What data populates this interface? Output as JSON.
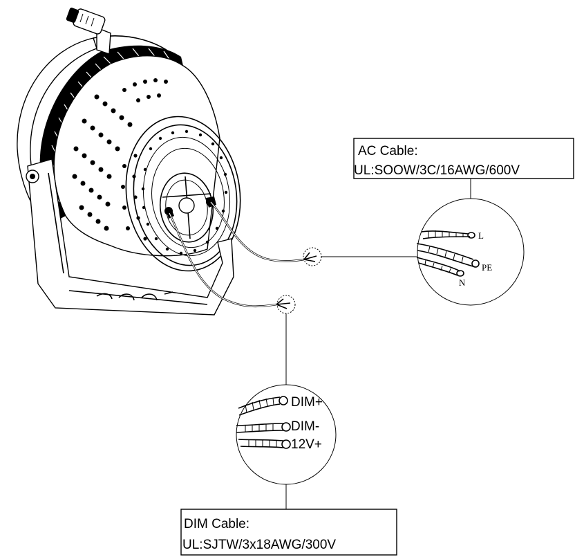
{
  "ac_cable": {
    "title": "AC Cable:",
    "spec": "UL:SOOW/3C/16AWG/600V",
    "wires": [
      "L",
      "PE",
      "N"
    ]
  },
  "dim_cable": {
    "title": "DIM Cable:",
    "spec": "UL:SJTW/3x18AWG/300V",
    "wires": [
      "DIM+",
      "DIM-",
      "12V+"
    ]
  }
}
